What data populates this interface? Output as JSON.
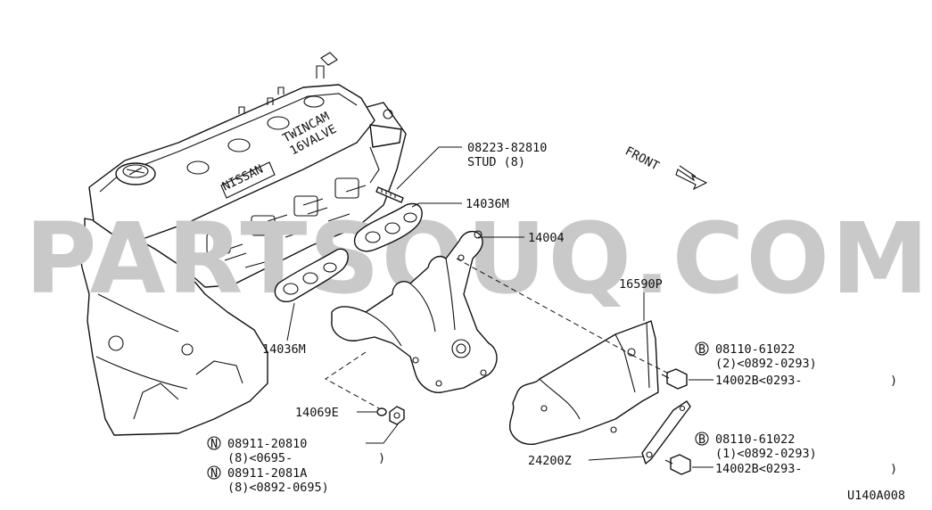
{
  "watermark": "PARTSOUQ.COM",
  "diagram_code": "U140A008",
  "direction": {
    "label": "FRONT"
  },
  "engine": {
    "cover_text_1": "NISSAN",
    "cover_text_2": "TWINCAM",
    "cover_text_3": "16VALVE"
  },
  "callouts": {
    "stud_part": "08223-82810",
    "stud_desc": "STUD (8)",
    "gasket_upper": "14036M",
    "manifold": "14004",
    "cover": "16590P",
    "gasket_lower": "14036M",
    "gasket_small": "14069E",
    "bolt_a_marker": "B",
    "bolt_a_part": "08110-61022",
    "bolt_a_qty": "(2)<0892-0293)",
    "bolt_a_alt": "14002B<0293-",
    "bolt_a_alt_end": ")",
    "bolt_b_marker": "B",
    "bolt_b_part": "08110-61022",
    "bolt_b_qty": "(1)<0892-0293)",
    "bolt_b_alt": "14002B<0293-",
    "bolt_b_alt_end": ")",
    "bracket": "24200Z",
    "nut_a_marker": "N",
    "nut_a_part": "08911-20810",
    "nut_a_qty": "(8)<0695-",
    "nut_a_end": ")",
    "nut_b_marker": "N",
    "nut_b_part": "08911-2081A",
    "nut_b_qty": "(8)<0892-0695)"
  }
}
